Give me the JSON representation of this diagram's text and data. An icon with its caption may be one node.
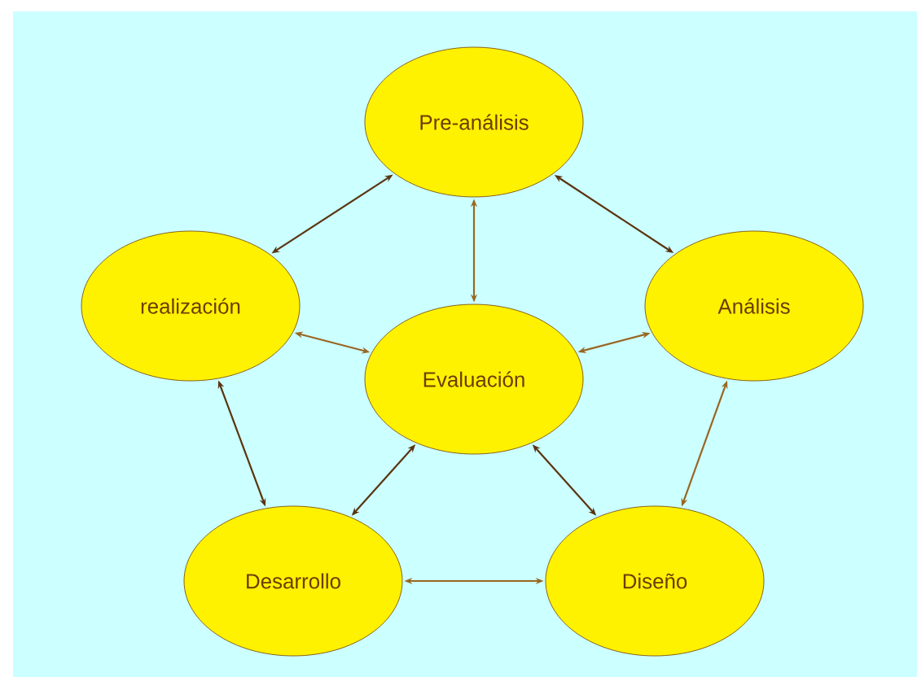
{
  "diagram": {
    "nodes": [
      {
        "text": [
          "Pre-análisis"
        ]
      },
      {
        "text": [
          "realización"
        ]
      },
      {
        "text": [
          "Análisis"
        ]
      },
      {
        "text": [
          "Evaluación"
        ]
      },
      {
        "text": [
          "Desarrollo"
        ]
      },
      {
        "text": [
          "Diseño"
        ]
      }
    ],
    "edges": [
      {
        "from": 0,
        "to": 1,
        "arrow": "both",
        "color": "#5a3410"
      },
      {
        "from": 0,
        "to": 3,
        "arrow": "both"
      },
      {
        "from": 0,
        "to": 2,
        "arrow": "both",
        "color": "#5a3410"
      },
      {
        "from": 1,
        "to": 3,
        "arrow": "both"
      },
      {
        "from": 2,
        "to": 3,
        "arrow": "both"
      },
      {
        "from": 1,
        "to": 4,
        "arrow": "both",
        "color": "#5a3410"
      },
      {
        "from": 3,
        "to": 4,
        "arrow": "both",
        "color": "#5a3410"
      },
      {
        "from": 3,
        "to": 5,
        "arrow": "both",
        "color": "#5a3410"
      },
      {
        "from": 4,
        "to": 5,
        "arrow": "both"
      },
      {
        "from": 5,
        "to": 2,
        "arrow": "both"
      }
    ]
  }
}
